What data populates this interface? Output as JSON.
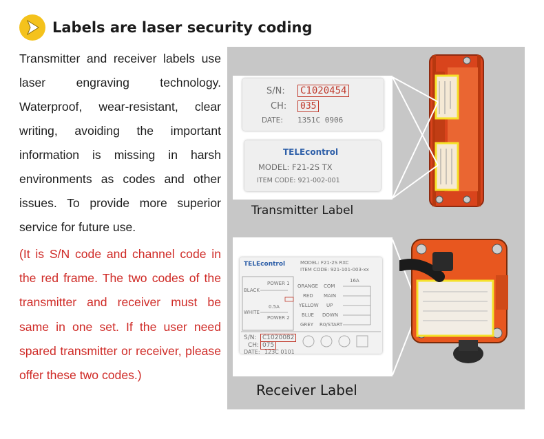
{
  "heading": {
    "title": "Labels are laser security coding",
    "icon": "chevron-right-icon",
    "icon_color": "#f4c21c"
  },
  "description": {
    "text": "Transmitter and receiver labels use laser engraving technology. Waterproof, wear-resistant, clear writing, avoiding the important information is missing  in harsh environments as codes and other issues. To provide more superior service for future use."
  },
  "note": {
    "text": "(It is S/N code and channel code in the red frame. The two codes of the transmitter and receiver must be same in one set. If the user need spared transmitter or receiver, please offer these two codes.)",
    "color": "#cf2a26"
  },
  "transmitter": {
    "caption": "Transmitter Label",
    "serial_label": {
      "sn_label": "S/N:",
      "sn_value": "C1020454",
      "ch_label": "CH:",
      "ch_value": "035",
      "date_label": "DATE:",
      "date_value": "1351C 0906"
    },
    "model_label": {
      "brand": "TELEcontrol",
      "model_text": "MODEL: F21-2S TX",
      "item_text": "ITEM CODE:  921-002-001"
    }
  },
  "receiver": {
    "caption": "Receiver Label",
    "label": {
      "brand": "TELEcontrol",
      "model_text": "MODEL: F21-2S RXC",
      "item_text": "ITEM CODE: 921-101-003-xx",
      "wires_left": [
        "BLACK",
        "WHITE"
      ],
      "power": [
        "POWER 1",
        "POWER 2"
      ],
      "fuse": "0.5A",
      "relay": "16A",
      "colors": [
        "ORANGE",
        "RED",
        "YELLOW",
        "BLUE",
        "GREY"
      ],
      "functions": [
        "COM",
        "MAIN",
        "UP",
        "DOWN",
        "R0/START"
      ],
      "sn_label": "S/N:",
      "sn_value": "C1020082",
      "ch_label": "CH:",
      "ch_value": "075",
      "date_label": "DATE:",
      "date_value": "123C  0101"
    }
  },
  "colors": {
    "frame_red": "#c0392b",
    "device_orange": "#e8571f",
    "highlight_yellow": "#f5e12a",
    "panel_gray": "#c7c7c7"
  }
}
